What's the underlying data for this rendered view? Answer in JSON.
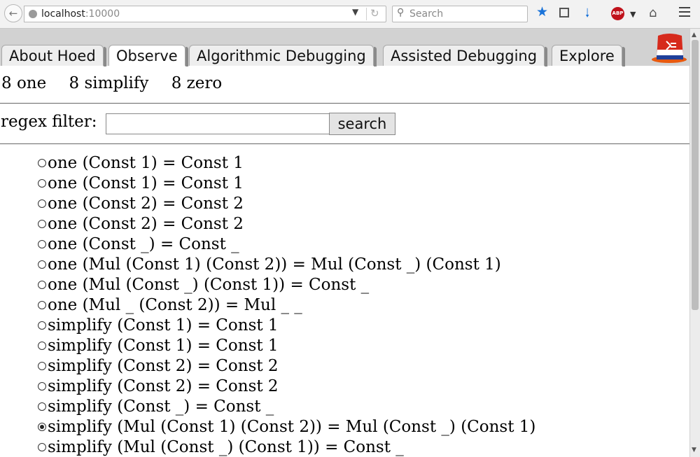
{
  "browser": {
    "url_host": "localhost",
    "url_port": ":10000",
    "search_placeholder": "Search"
  },
  "tabs": [
    {
      "label": "About Hoed",
      "active": false
    },
    {
      "label": "Observe",
      "active": true
    },
    {
      "label": "Algorithmic Debugging",
      "active": false
    },
    {
      "label": "Assisted Debugging",
      "active": false
    },
    {
      "label": "Explore",
      "active": false
    }
  ],
  "counts": [
    "8 one",
    "8 simplify",
    "8 zero"
  ],
  "filter": {
    "label": "regex filter:",
    "value": "",
    "button": "search"
  },
  "results": [
    {
      "text": "one (Const 1) = Const 1",
      "selected": false
    },
    {
      "text": "one (Const 1) = Const 1",
      "selected": false
    },
    {
      "text": "one (Const 2) = Const 2",
      "selected": false
    },
    {
      "text": "one (Const 2) = Const 2",
      "selected": false
    },
    {
      "text": "one (Const _) = Const _",
      "selected": false
    },
    {
      "text": "one (Mul (Const 1) (Const 2)) = Mul (Const _) (Const 1)",
      "selected": false
    },
    {
      "text": "one (Mul (Const _) (Const 1)) = Const _",
      "selected": false
    },
    {
      "text": "one (Mul _ (Const 2)) = Mul _ _",
      "selected": false
    },
    {
      "text": "simplify (Const 1) = Const 1",
      "selected": false
    },
    {
      "text": "simplify (Const 1) = Const 1",
      "selected": false
    },
    {
      "text": "simplify (Const 2) = Const 2",
      "selected": false
    },
    {
      "text": "simplify (Const 2) = Const 2",
      "selected": false
    },
    {
      "text": "simplify (Const _) = Const _",
      "selected": false
    },
    {
      "text": "simplify (Mul (Const 1) (Const 2)) = Mul (Const _) (Const 1)",
      "selected": true
    },
    {
      "text": "simplify (Mul (Const _) (Const 1)) = Const _",
      "selected": false
    }
  ],
  "colors": {
    "accent_blue": "#1a73d9",
    "adblock_red": "#c0121b",
    "tab_strip": "#d2d2d2"
  }
}
